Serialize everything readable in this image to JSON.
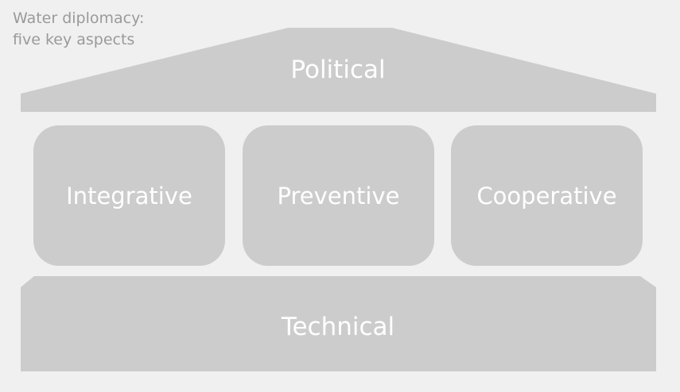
{
  "title": {
    "line1": "Water diplomacy:",
    "line2": "five key aspects"
  },
  "roof": {
    "label": "Political"
  },
  "pillars": [
    {
      "label": "Integrative"
    },
    {
      "label": "Preventive"
    },
    {
      "label": "Cooperative"
    }
  ],
  "base": {
    "label": "Technical"
  },
  "colors": {
    "background": "#f0f0f0",
    "shape_fill": "#cccccc",
    "label_text": "#ffffff",
    "title_text": "#9a9a9a"
  }
}
